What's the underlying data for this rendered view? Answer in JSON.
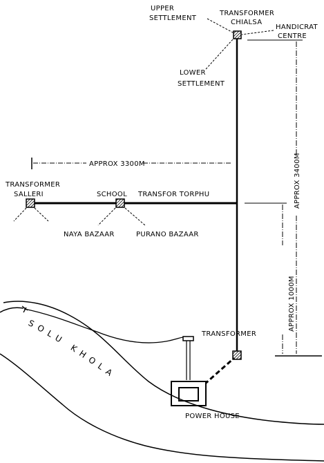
{
  "labels": {
    "upper_line1": "UPPER",
    "upper_line2": "SETTLEMENT",
    "transformer_chialsa_line1": "TRANSFORMER",
    "transformer_chialsa_line2": "CHIALSA",
    "handicraft_line1": "HANDICRAT",
    "handicraft_line2": "CENTRE",
    "lower_line1": "LOWER",
    "lower_line2": "SETTLEMENT",
    "approx_3300": "APPROX 3300M",
    "approx_3400": "APPROX 3400M",
    "approx_1000": "APPROX 1000M",
    "transformer_salleri_line1": "TRANSFORMER",
    "transformer_salleri_line2": "SALLERI",
    "school": "SCHOOL",
    "transfor_torphu": "TRANSFOR TORPHU",
    "naya_bazaar": "NAYA BAZAAR",
    "purano_bazaar": "PURANO BAZAAR",
    "transformer_lower": "TRANSFORMER",
    "power_house": "POWER HOUSE",
    "river": "SOLU KHOLA"
  }
}
